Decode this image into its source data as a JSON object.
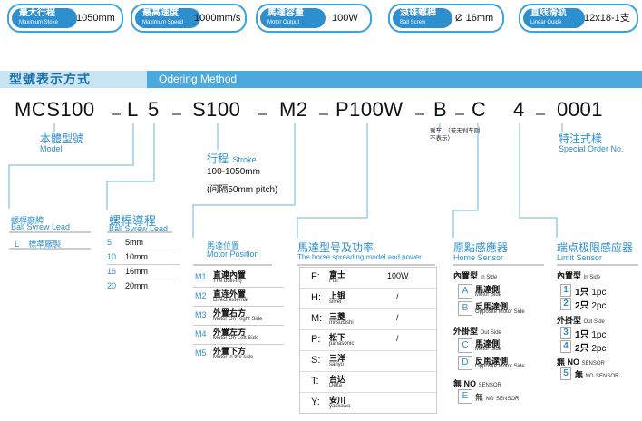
{
  "specs": [
    {
      "zh": "最大行程",
      "en": "Maximum Stoke",
      "value": "1050mm"
    },
    {
      "zh": "最高速度",
      "en": "Maximum Speed",
      "value": "1000mm/s"
    },
    {
      "zh": "馬達容量",
      "en": "Motor Output",
      "value": "100W"
    },
    {
      "zh": "滾珠螺桿",
      "en": "Ball Screw",
      "value": "Ø 16mm"
    },
    {
      "zh": "直线滑轨",
      "en": "Linear Guide",
      "value": "12x18-1支"
    }
  ],
  "header": {
    "title": "型號表示方式",
    "subtitle": "Odering Method"
  },
  "code": {
    "p1": "MCS100",
    "p2": "L",
    "p3": "5",
    "p4": "S100",
    "p5": "M2",
    "p6": "P100W",
    "p7": "B",
    "p8": "C",
    "p9": "4",
    "p10": "0001"
  },
  "model": {
    "zh": "本體型號",
    "en": "Model"
  },
  "screw_brand": {
    "zh": "螺桿廠牌",
    "en": "Ball Svrew Lead",
    "item_code": "L",
    "item_name": "標準廠製"
  },
  "lead": {
    "zh": "螺桿導程",
    "en": "Ball Svrew  Lead",
    "rows": [
      {
        "code": "5",
        "val": "5mm"
      },
      {
        "code": "10",
        "val": "10mm"
      },
      {
        "code": "16",
        "val": "16mm"
      },
      {
        "code": "20",
        "val": "20mm"
      }
    ]
  },
  "stroke": {
    "zh": "行程",
    "en": "Stroke",
    "range": "100-1050mm",
    "pitch": "(间隔50mm pitch)"
  },
  "motor_pos": {
    "zh": "馬達位置",
    "en": "Motor  Position",
    "rows": [
      {
        "code": "M1",
        "zh": "直連內置",
        "en": "The built-in)"
      },
      {
        "code": "M2",
        "zh": "直连外置",
        "en": "Direct external"
      },
      {
        "code": "M3",
        "zh": "外置右方",
        "en": "Motor  On Right Side"
      },
      {
        "code": "M4",
        "zh": "外置左方",
        "en": "Motor On Left  Side"
      },
      {
        "code": "M5",
        "zh": "外置下方",
        "en": "Motor in the side"
      }
    ]
  },
  "motor_power": {
    "zh": "馬達型号及功率",
    "en": "The horse spreading model and power",
    "rows": [
      {
        "code": "F:",
        "zh": "富士",
        "en": "Fuji",
        "val": "100W"
      },
      {
        "code": "H:",
        "zh": "上银",
        "en": "silver",
        "val": "/"
      },
      {
        "code": "M:",
        "zh": "三菱",
        "en": "mitsubishi",
        "val": "/"
      },
      {
        "code": "P:",
        "zh": "松下",
        "en": "panasonic",
        "val": "/"
      },
      {
        "code": "S:",
        "zh": "三洋",
        "en": "sanyo",
        "val": "/"
      },
      {
        "code": "T:",
        "zh": "台达",
        "en": "Delta",
        "val": ""
      },
      {
        "code": "Y:",
        "zh": "安川",
        "en": "yaskawa",
        "val": ""
      }
    ]
  },
  "brake_note": "刹车：（若无刹车则不表示）",
  "home_sensor": {
    "zh": "原點感應器",
    "en": "Home  Sensor",
    "inner_zh": "內置型",
    "inner_en": "In Side",
    "outer_zh": "外掛型",
    "outer_en": "Out Side",
    "rows": [
      {
        "code": "A",
        "zh": "馬達側",
        "en": "Motor Side"
      },
      {
        "code": "B",
        "zh": "反馬達側",
        "en": "Opposite Motor Side"
      },
      {
        "code": "C",
        "zh": "馬達側",
        "en": "Motor Side"
      },
      {
        "code": "D",
        "zh": "反馬達側",
        "en": "Opposite Motor Side"
      }
    ],
    "none_zh": "無",
    "none_en": "NO",
    "none_en2": "SENSOR",
    "none_code": "E"
  },
  "limit_sensor": {
    "zh": "端点极限感应器",
    "en": "Limit Sensor",
    "inner_zh": "內置型",
    "inner_en": "In Side",
    "outer_zh": "外掛型",
    "outer_en": "Out Side",
    "rows": [
      {
        "code": "1",
        "zh": "1只",
        "en": "1pc"
      },
      {
        "code": "2",
        "zh": "2只",
        "en": "2pc"
      },
      {
        "code": "3",
        "zh": "1只",
        "en": "1pc"
      },
      {
        "code": "4",
        "zh": "2只",
        "en": "2pc"
      }
    ],
    "none_zh": "無",
    "none_en": "NO",
    "none_en2": "SENSOR",
    "none_code": "5"
  },
  "special": {
    "zh": "特注式樣",
    "en": "Special Order No."
  },
  "colors": {
    "accent": "#2d8fce",
    "light": "#4da8dd",
    "pale": "#c9e4f3"
  }
}
